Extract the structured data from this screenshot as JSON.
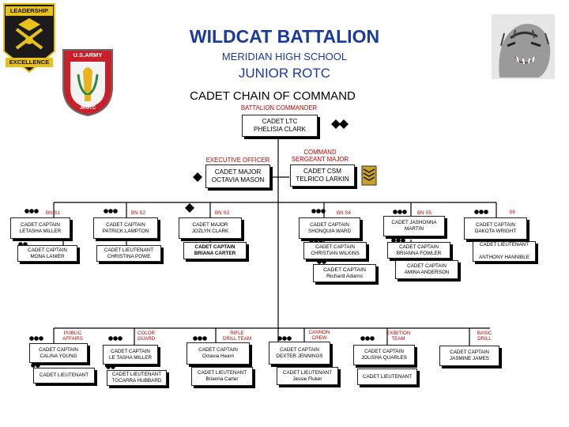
{
  "header": {
    "title": "WILDCAT BATTALION",
    "school": "MERIDIAN HIGH SCHOOL",
    "program": "JUNIOR  ROTC",
    "chain_title": "CADET  CHAIN OF COMMAND",
    "accent": "#1a3a9c"
  },
  "logos": {
    "leadership_top": "LEADERSHIP",
    "leadership_bottom": "EXCELLENCE",
    "army_top": "U.S.ARMY",
    "army_bottom": "JROTC"
  },
  "top": {
    "commander_role": "BATTALION COMMANDER",
    "commander_rank": "CADET LTC",
    "commander_name": "PHELISIA CLARK",
    "csm_role": "COMMAND\nSERGEANT MAJOR",
    "csm_rank": "CADET CSM",
    "csm_name": "TELRICO LARKIN",
    "xo_role": "EXECUTIVE OFFICER",
    "xo_rank": "CADET MAJOR",
    "xo_name": "OCTAVIA MASON"
  },
  "staff": [
    {
      "label": "BN S1",
      "leader": "CADET CAPTAIN\nLETASHA MILLER",
      "assistants": [
        "CADET CAPTAIN\nMONA LANIER"
      ]
    },
    {
      "label": "BN S2",
      "leader": "CADET CAPTAIN\nPATRICK LAMPTON",
      "assistants": [
        "CADET LIEUTENANT\nCHRISTINA POWE"
      ]
    },
    {
      "label": "BN S3",
      "leader": "CADET MAJOR\nJOZLYN CLARK",
      "assistants": [
        "CADET CAPTAIN\nBRIANA CARTER"
      ]
    },
    {
      "label": "BN S4",
      "leader": "CADET CAPTAIN\nSHONQUIA WARD",
      "assistants": [
        "CADET CAPTAIN\nCHRISTIAN WILKINS",
        "CADET CAPTAIN\nRichard Adams"
      ]
    },
    {
      "label": "BN S5",
      "leader": "CADET  JASHONNA\nMARTIN",
      "assistants": [
        "CADET CAPTAIN\nBRIANNA FOWLER",
        "CADET CAPTAIN\nAMINA ANDERSON"
      ]
    },
    {
      "label": "S6",
      "leader": "CADET CAPTAIN\nDAKOTA WRIGHT",
      "assistants": [
        "CADET LIEUTENANT\n\nANTHONY HANNIBLE"
      ]
    }
  ],
  "teams": [
    {
      "label": "PUBLIC\nAFFAIRS",
      "leader": "CADET CAPTAIN\nCALINA YOUNG",
      "assistant": "CADET LIEUTENANT"
    },
    {
      "label": "COLOR\nGUARD",
      "leader": "CADET CAPTAIN\nLE TASHA MILLER",
      "assistant": "CADET LIEUTENANT\nTOCARRA HUBBARD"
    },
    {
      "label": "RIFLE\nDRILL TEAM",
      "leader": "CADET  CAPTAIN\nOctavia Hearn",
      "assistant": "CADET LIEUTENANT\nBrianna Carter"
    },
    {
      "label": "CANNON\nCREW",
      "leader": "CADET CAPTAIN\nDEXTER JENNINGS",
      "assistant": "CADET LIEUTENANT\nJessie Fluker"
    },
    {
      "label": "EXIBITION\nTEAM",
      "leader": "CADET  CAPTAIN\nJOLISHA QUARLES",
      "assistant": "CADET LIEUTENANT"
    },
    {
      "label": "BASIC\nDRILL",
      "leader": "CADET CAPTAIN\nJASMINE JAMES",
      "assistant": ""
    }
  ]
}
